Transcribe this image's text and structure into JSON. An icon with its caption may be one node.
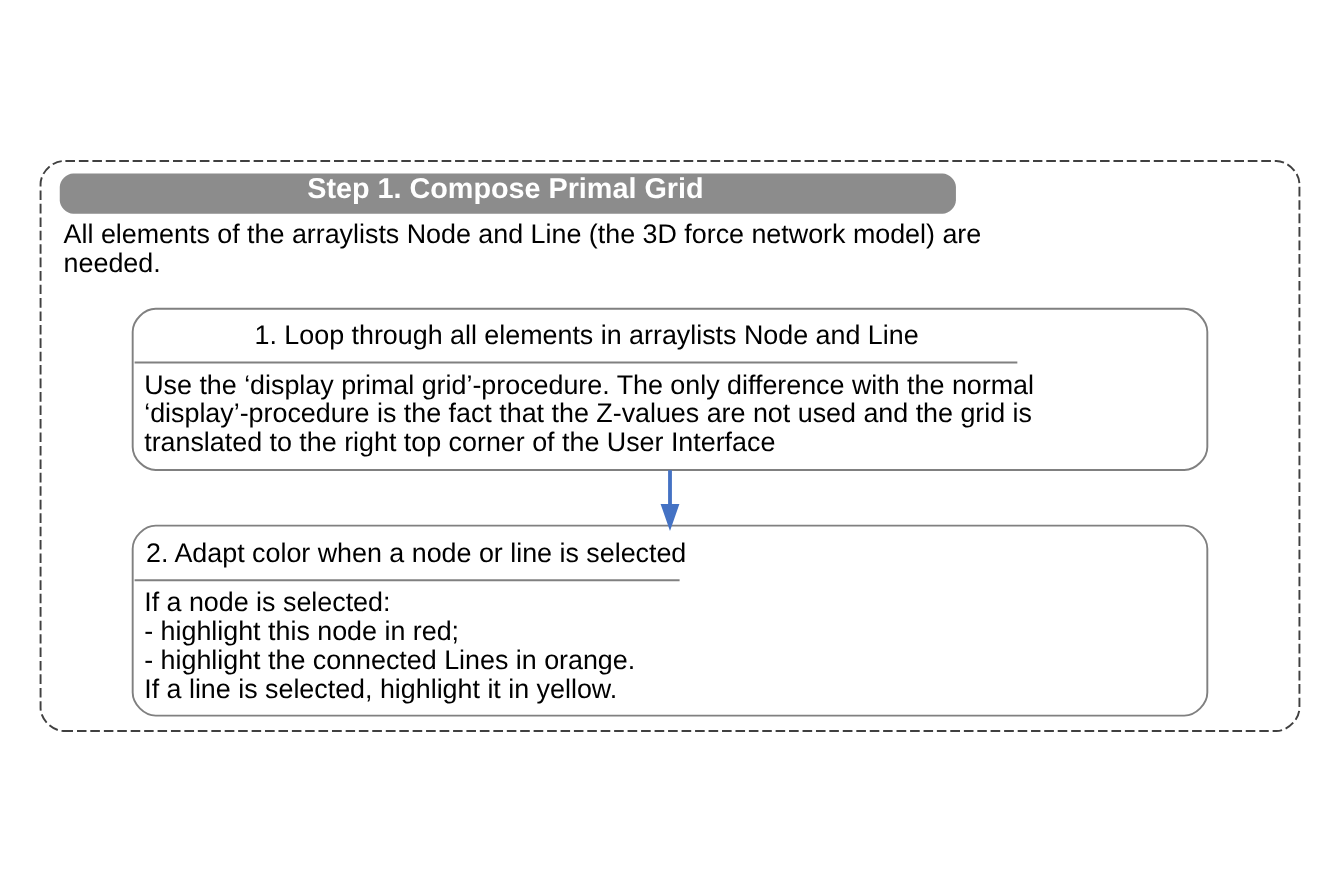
{
  "diagram": {
    "nodes": [
      {
        "text": [
          "Step 1. Compose Primal Grid",
          "All elements of the arraylists Node and Line (the 3D force network model) are needed."
        ]
      },
      {
        "text": [
          "1. Loop through all elements in arraylists Node and Line",
          "Use the ‘display primal grid’-procedure. The only difference with the normal ‘display’-procedure is the fact that the Z-values are not used and the grid is translated to the right top corner of the User Interface"
        ],
        "in": 0
      },
      {
        "text": [
          "2. Adapt color when a node or line is selected",
          "If a node is selected:",
          "- highlight this node in red;",
          "- highlight the connected Lines in orange.",
          "If a line is selected, highlight it in yellow."
        ],
        "in": 0
      }
    ],
    "edges": [
      {
        "from": 1,
        "to": 2,
        "arrow": "to",
        "color": "#4472c4"
      }
    ]
  }
}
